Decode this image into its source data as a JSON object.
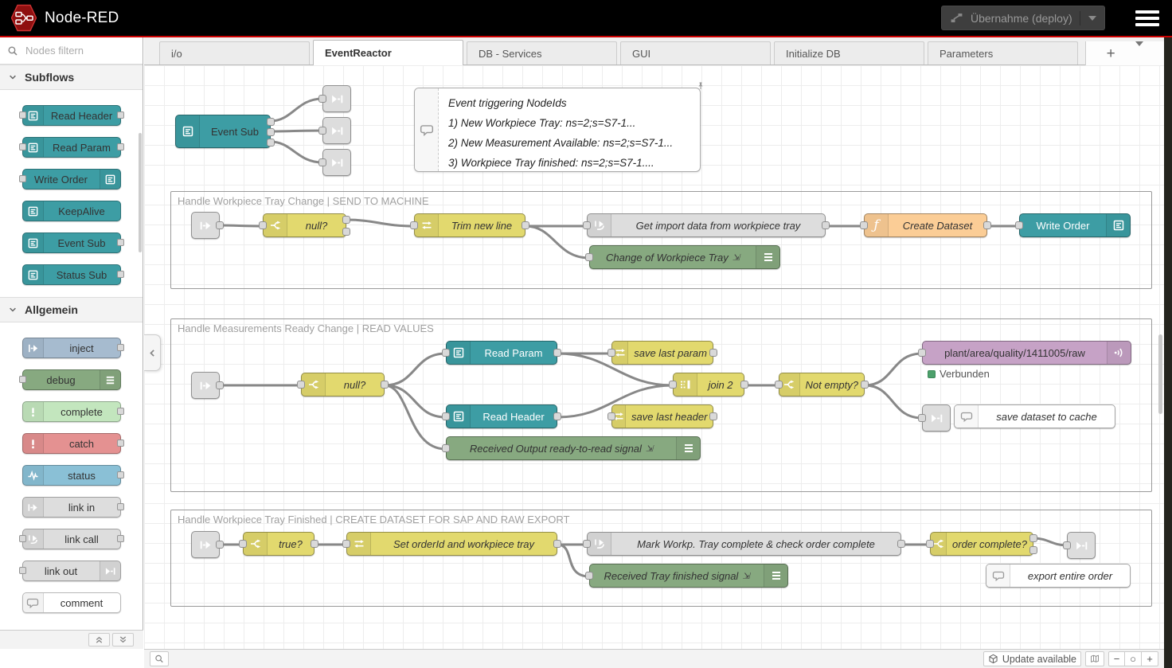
{
  "header": {
    "brand": "Node-RED",
    "deploy_label": "Übernahme (deploy)"
  },
  "palette": {
    "search_placeholder": "Nodes filtern",
    "categories": [
      {
        "label": "Subflows"
      },
      {
        "label": "Allgemein"
      }
    ],
    "subflows": [
      "Read Header",
      "Read Param",
      "Write Order",
      "KeepAlive",
      "Event Sub",
      "Status Sub"
    ],
    "general": [
      "inject",
      "debug",
      "complete",
      "catch",
      "status",
      "link in",
      "link call",
      "link out",
      "comment"
    ]
  },
  "tabs": [
    "i/o",
    "EventReactor",
    "DB - Services",
    "GUI",
    "Initialize DB",
    "Parameters"
  ],
  "groups": [
    "Handle Workpiece Tray Change | SEND TO MACHINE",
    "Handle Measurements Ready Change | READ VALUES",
    "Handle Workpiece Tray Finished | CREATE DATASET FOR SAP AND RAW EXPORT"
  ],
  "nodes": {
    "event_sub": "Event Sub",
    "g1_switch": "null?",
    "g1_change": "Trim new line",
    "g1_linkcall": "Get import data from workpiece tray",
    "g1_function": "Create Dataset",
    "g1_subflow": "Write Order",
    "g1_debug": "Change of Workpiece Tray",
    "g2_switch": "null?",
    "g2_read_param": "Read Param",
    "g2_read_header": "Read Header",
    "g2_debug": "Received Output ready-to-read signal",
    "g2_change_param": "save last param",
    "g2_change_header": "save last header",
    "g2_join": "join 2",
    "g2_switch2": "Not empty?",
    "g2_mqtt": "plant/area/quality/1411005/raw",
    "g2_comment": "save dataset to cache",
    "g3_switch": "true?",
    "g3_change": "Set orderId and workpiece tray",
    "g3_linkcall": "Mark Workp. Tray complete & check order complete",
    "g3_switch2": "order complete?",
    "g3_debug": "Received Tray finished signal",
    "g3_comment": "export entire order"
  },
  "comment_note": {
    "title": "Event triggering NodeIds",
    "line1": "1) New Workpiece Tray: ns=2;s=S7-1...",
    "line2": "2) New Measurement Available: ns=2;s=S7-1...",
    "line3": "3) Workpiece Tray finished: ns=2;s=S7-1...."
  },
  "status": {
    "mqtt_connected": "Verbunden"
  },
  "footer": {
    "update_label": "Update available"
  },
  "misc": {
    "debug_glyph": "⇲"
  },
  "colors": {
    "header_bg": "#000000",
    "accent_red": "#cc0000",
    "subflow_teal": "#3d9da4",
    "node_yellow": "#e2d96e",
    "node_function_orange": "#fbcd96",
    "node_debug_green": "#87a980",
    "node_mqtt_purple": "#c6a2c6",
    "node_inject_blue": "#a6bbcf",
    "node_complete_green": "#c3e6be",
    "node_catch_red": "#e49191",
    "node_status_blue": "#8ac0d6",
    "node_link_gray": "#dddddd",
    "status_connected_green": "#4ca06b"
  }
}
